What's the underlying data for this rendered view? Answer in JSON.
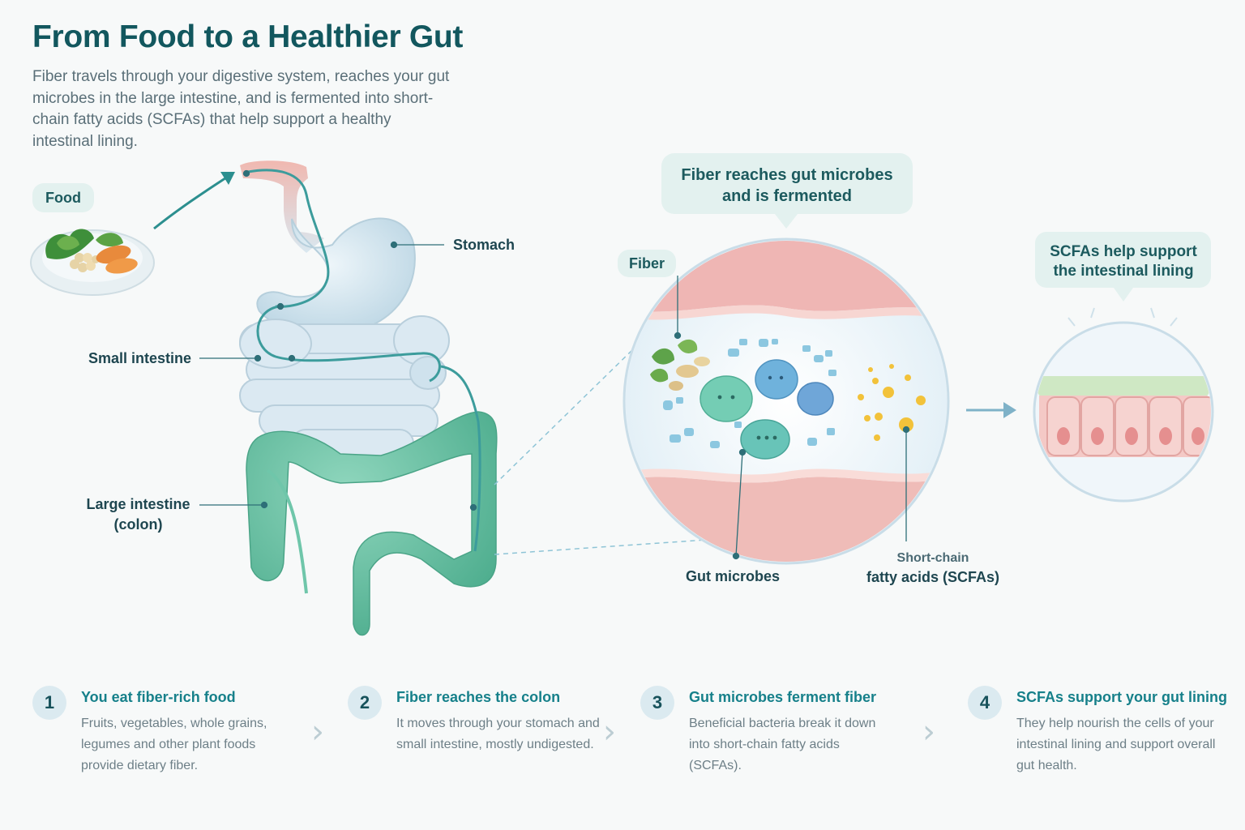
{
  "title": "From Food to a Healthier Gut",
  "subtitle": "Fiber travels through your digestive system, reaches your gut microbes in the large intestine, and is fermented into short-chain fatty acids (SCFAs) that help support a healthy intestinal lining.",
  "labels": {
    "food": "Food",
    "stomach": "Stomach",
    "small_intestine": "Small intestine",
    "large_intestine_line1": "Large intestine",
    "large_intestine_line2": "(colon)",
    "fiber": "Fiber",
    "gut_microbes": "Gut microbes",
    "scfa_line1": "Short-chain",
    "scfa_line2": "fatty acids (SCFAs)"
  },
  "callouts": {
    "fermented_line1": "Fiber reaches gut microbes",
    "fermented_line2": "and is fermented",
    "support_line1": "SCFAs help support",
    "support_line2": "the intestinal lining"
  },
  "steps": [
    {
      "num": "1",
      "title": "You eat fiber-rich food",
      "desc": "Fruits, vegetables, whole grains, legumes and other plant foods provide dietary fiber."
    },
    {
      "num": "2",
      "title": "Fiber reaches the colon",
      "desc": "It moves through your stomach and small intestine, mostly undigested."
    },
    {
      "num": "3",
      "title": "Gut microbes ferment fiber",
      "desc": "Beneficial bacteria break it down into short-chain fatty acids (SCFAs)."
    },
    {
      "num": "4",
      "title": "SCFAs support your gut lining",
      "desc": "They help nourish the cells of your intestinal lining and support overall gut health."
    }
  ],
  "colors": {
    "title": "#12575e",
    "accent": "#16808a",
    "stomach": "#cfe3ee",
    "colon": "#6cc3a6",
    "lining": "#f2c4c2"
  }
}
